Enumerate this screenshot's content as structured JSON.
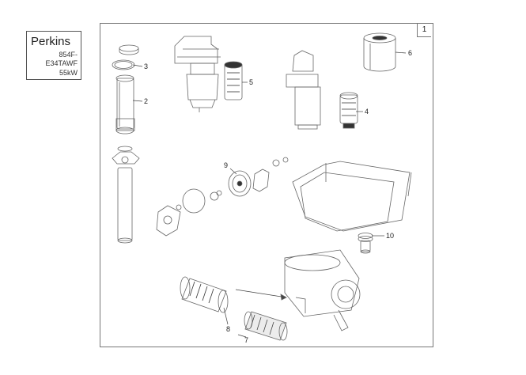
{
  "engine": {
    "brand": "Perkins",
    "model_line1": "854F-",
    "model_line2": "E34TAWF",
    "power": "55kW"
  },
  "sheet_number": "1",
  "callouts": [
    "1",
    "2",
    "3",
    "4",
    "5",
    "6",
    "7",
    "8",
    "9",
    "10"
  ],
  "colors": {
    "line": "#555555",
    "frame": "#777777",
    "fill": "#f4f4f4",
    "dark": "#333333"
  }
}
